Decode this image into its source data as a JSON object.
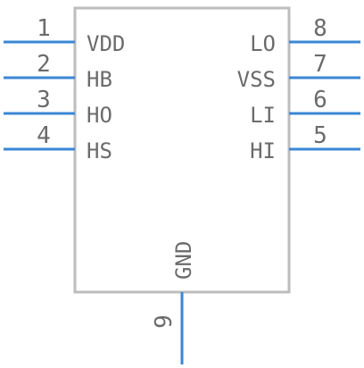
{
  "colors": {
    "pin_line": "#3a87d6",
    "body_outline": "#bdbdbd",
    "text": "#6b6b6b",
    "background": "#ffffff"
  },
  "component": {
    "pins_left": [
      {
        "number": "1",
        "name": "VDD"
      },
      {
        "number": "2",
        "name": "HB"
      },
      {
        "number": "3",
        "name": "HO"
      },
      {
        "number": "4",
        "name": "HS"
      }
    ],
    "pins_right": [
      {
        "number": "8",
        "name": "LO"
      },
      {
        "number": "7",
        "name": "VSS"
      },
      {
        "number": "6",
        "name": "LI"
      },
      {
        "number": "5",
        "name": "HI"
      }
    ],
    "pin_bottom": {
      "number": "9",
      "name": "GND"
    }
  }
}
